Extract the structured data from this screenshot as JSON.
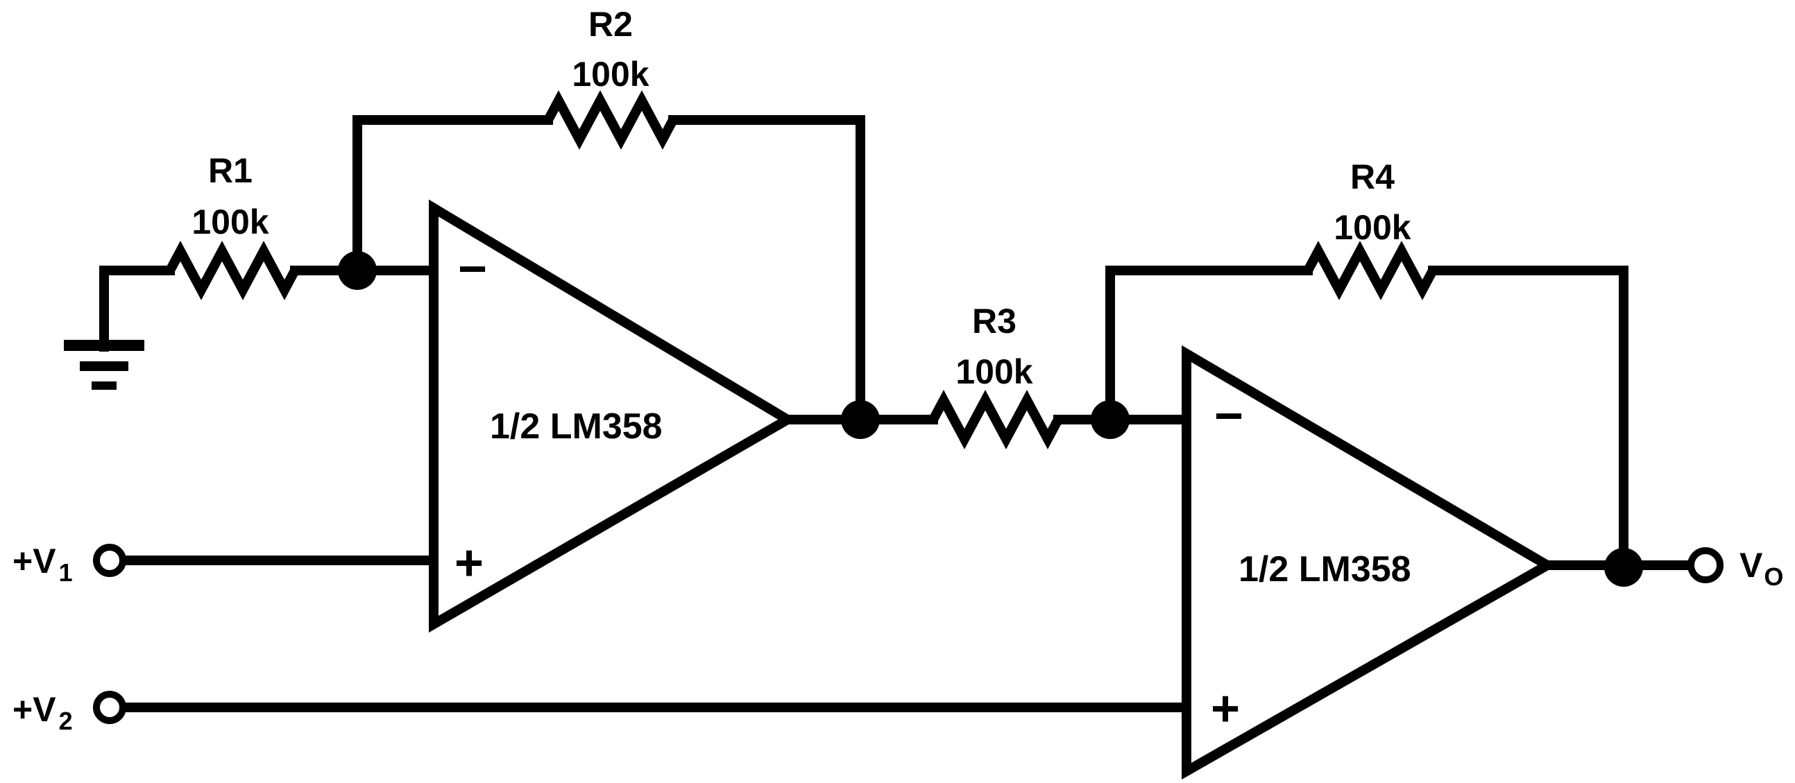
{
  "resistors": {
    "r1": {
      "name": "R1",
      "value": "100k"
    },
    "r2": {
      "name": "R2",
      "value": "100k"
    },
    "r3": {
      "name": "R3",
      "value": "100k"
    },
    "r4": {
      "name": "R4",
      "value": "100k"
    }
  },
  "opamps": {
    "a1": {
      "label": "1/2 LM358",
      "inv": "−",
      "noninv": "+"
    },
    "a2": {
      "label": "1/2 LM358",
      "inv": "−",
      "noninv": "+"
    }
  },
  "terminals": {
    "v1": {
      "prefix": "+V",
      "sub": "1"
    },
    "v2": {
      "prefix": "+V",
      "sub": "2"
    },
    "vo": {
      "prefix": "V",
      "sub": "O"
    }
  }
}
